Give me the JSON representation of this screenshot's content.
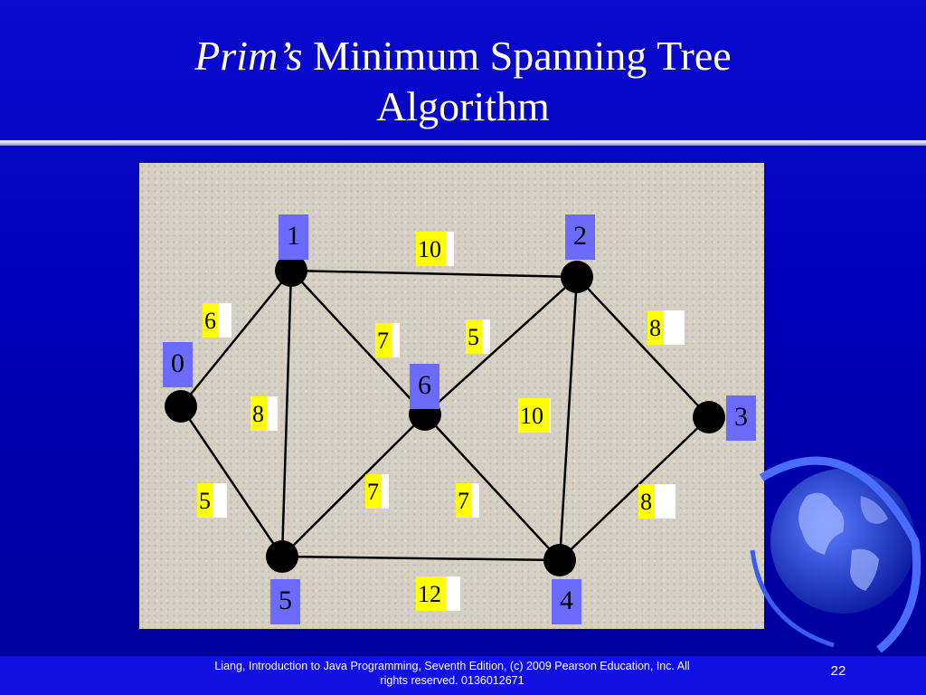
{
  "slide": {
    "title_italic": "Prim’s",
    "title_rest": " Minimum Spanning Tree",
    "title_line2": "Algorithm",
    "footer_line1": "Liang, Introduction to Java Programming, Seventh Edition, (c) 2009 Pearson Education, Inc. All",
    "footer_line2": "rights reserved. 0136012671",
    "page_number": "22"
  },
  "graph": {
    "vertices": [
      {
        "id": "0",
        "label": "0"
      },
      {
        "id": "1",
        "label": "1"
      },
      {
        "id": "2",
        "label": "2"
      },
      {
        "id": "3",
        "label": "3"
      },
      {
        "id": "4",
        "label": "4"
      },
      {
        "id": "5",
        "label": "5"
      },
      {
        "id": "6",
        "label": "6"
      }
    ],
    "edges": [
      {
        "from": "1",
        "to": "2",
        "weight": "10"
      },
      {
        "from": "0",
        "to": "1",
        "weight": "6"
      },
      {
        "from": "1",
        "to": "6",
        "weight": "7"
      },
      {
        "from": "6",
        "to": "2",
        "weight": "5"
      },
      {
        "from": "2",
        "to": "3",
        "weight": "8"
      },
      {
        "from": "1",
        "to": "5",
        "weight": "8"
      },
      {
        "from": "2",
        "to": "4",
        "weight": "10"
      },
      {
        "from": "0",
        "to": "5",
        "weight": "5"
      },
      {
        "from": "5",
        "to": "6",
        "weight": "7"
      },
      {
        "from": "6",
        "to": "4",
        "weight": "7"
      },
      {
        "from": "3",
        "to": "4",
        "weight": "8"
      },
      {
        "from": "5",
        "to": "4",
        "weight": "12"
      }
    ]
  },
  "colors": {
    "vertex_label_bg": "#6b6bff",
    "weight_bg": "#ffff00",
    "edge": "#000000"
  }
}
